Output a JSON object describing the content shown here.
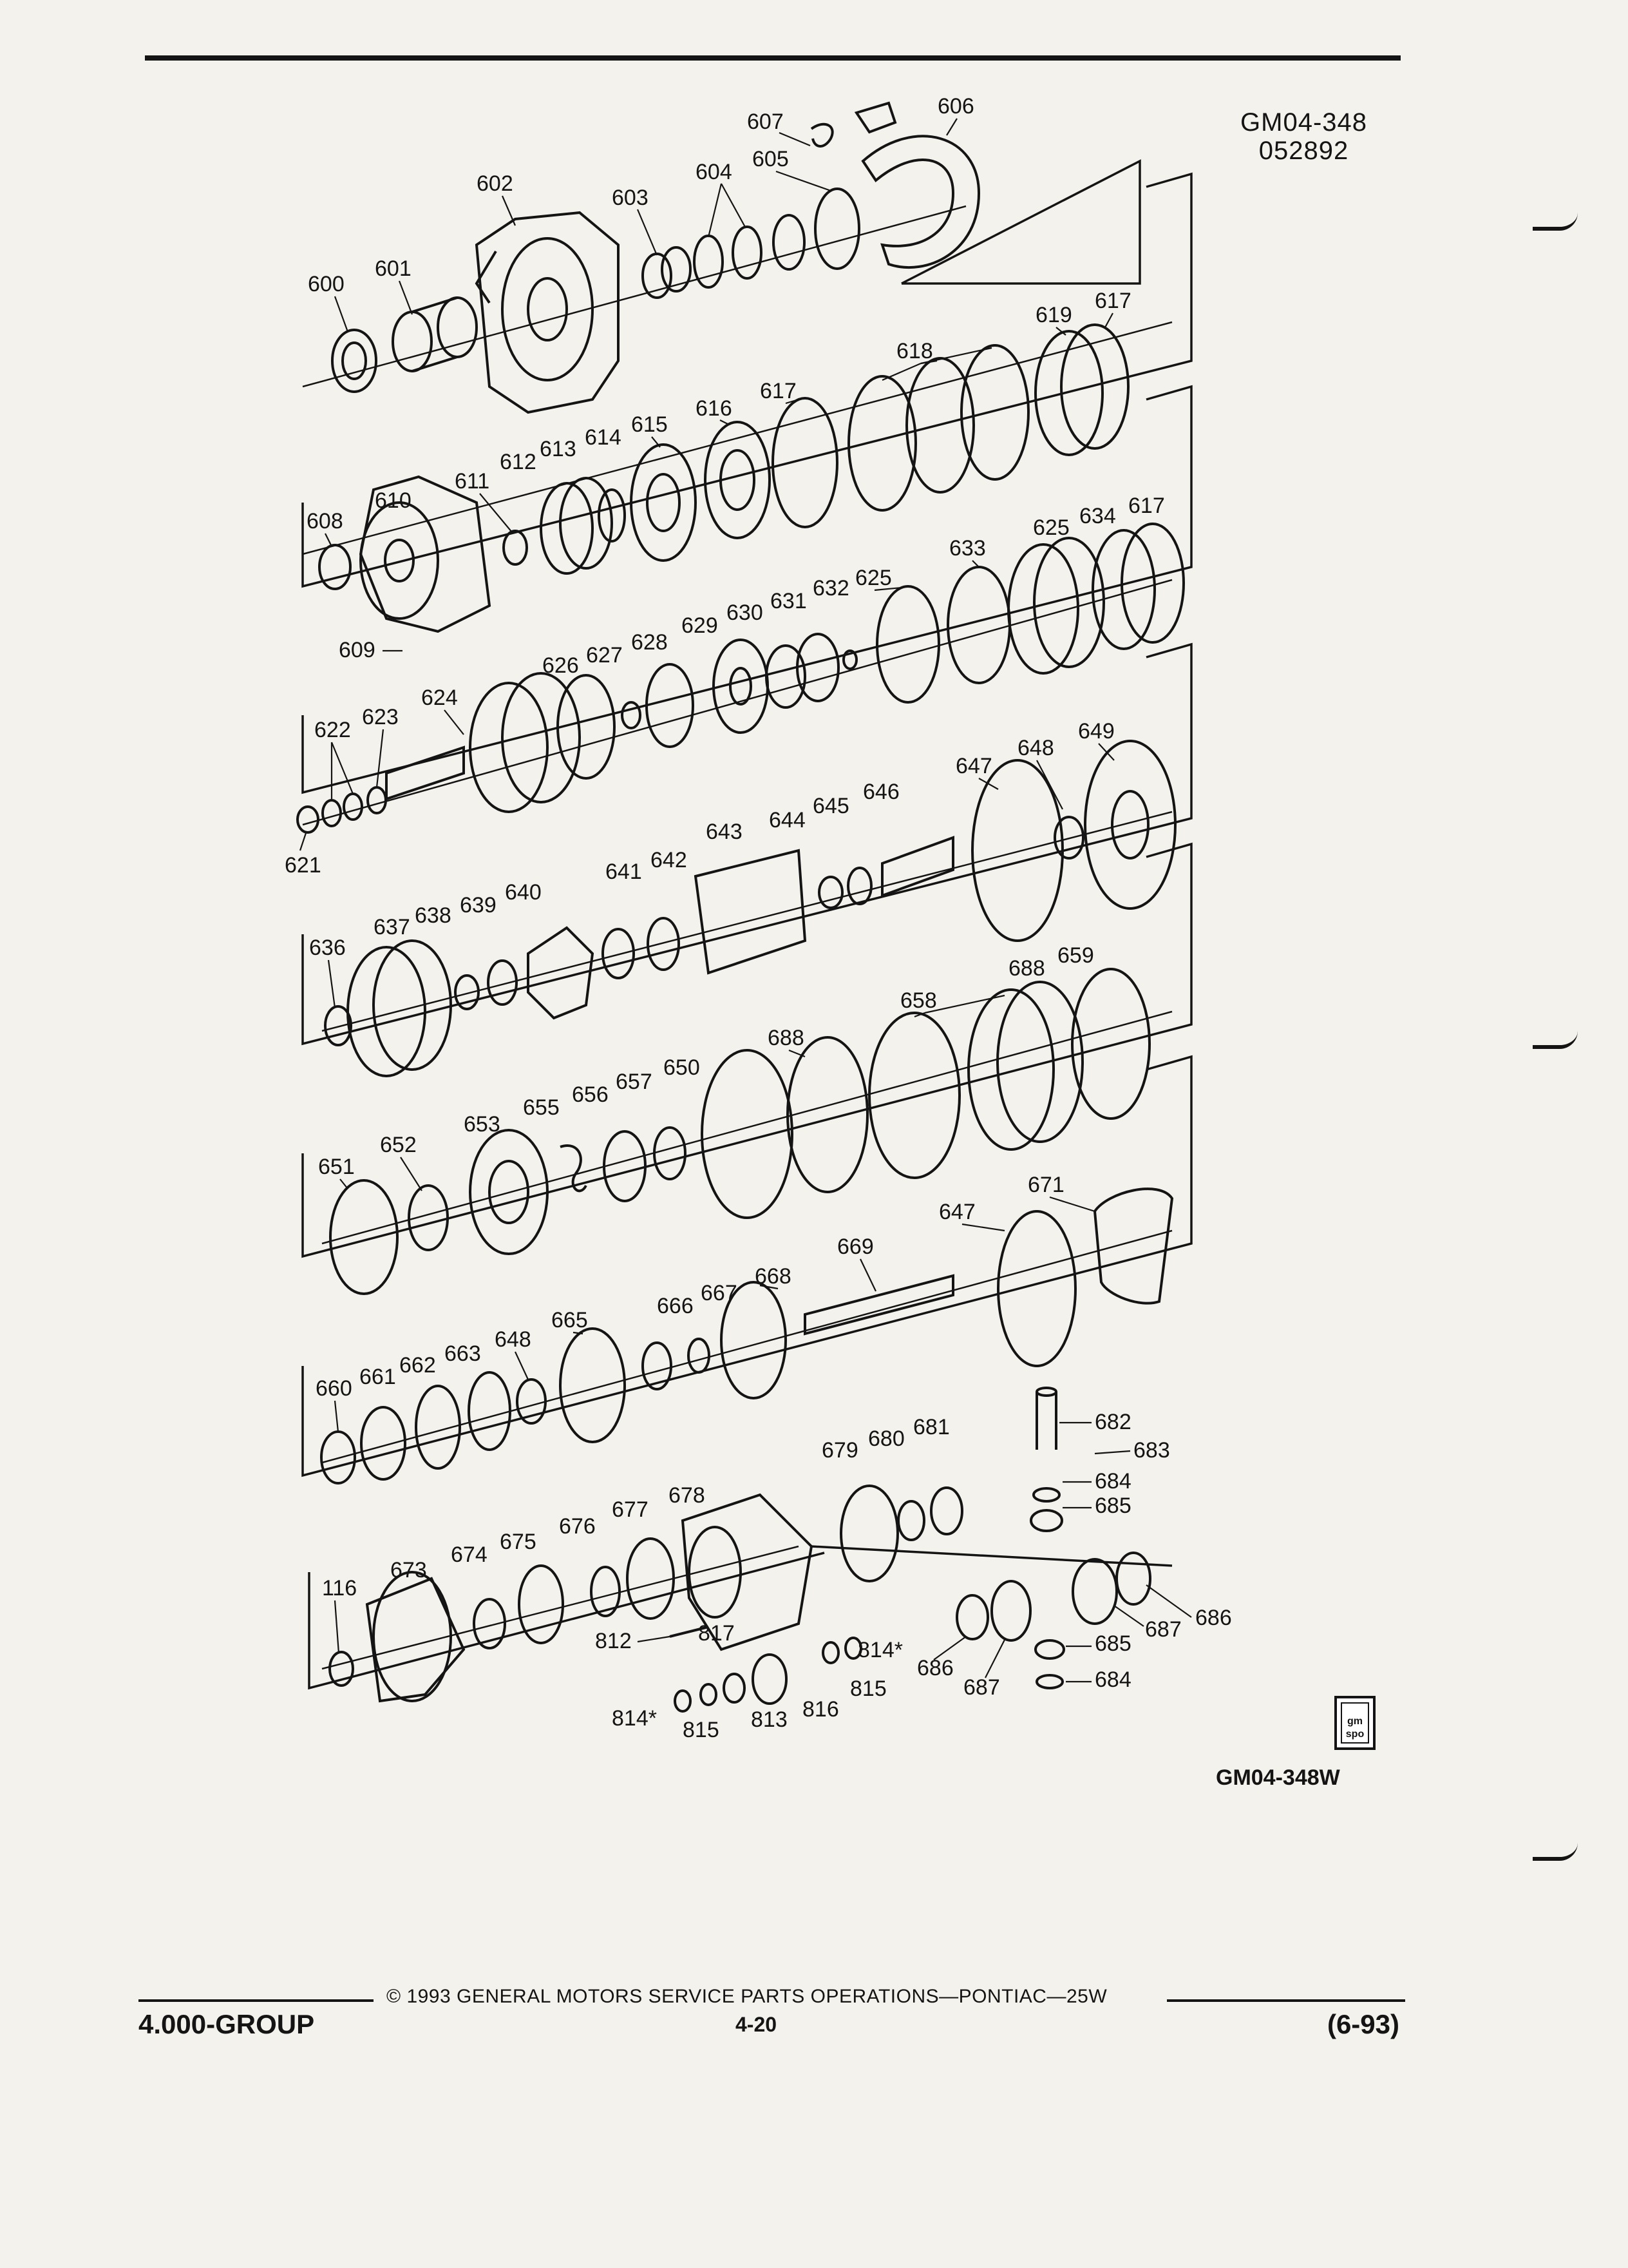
{
  "header": {
    "doc_number": "GM04-348",
    "doc_code": "052892"
  },
  "figure": {
    "id": "GM04-348W",
    "rows": [
      {
        "labels": [
          "600",
          "601",
          "602",
          "603",
          "604",
          "605",
          "606",
          "607"
        ]
      },
      {
        "labels": [
          "608",
          "609",
          "610",
          "611",
          "612",
          "613",
          "614",
          "615",
          "616",
          "617",
          "618",
          "619",
          "617"
        ]
      },
      {
        "labels": [
          "621",
          "622",
          "623",
          "624",
          "626",
          "627",
          "628",
          "629",
          "630",
          "631",
          "632",
          "625",
          "633",
          "625",
          "634",
          "617"
        ]
      },
      {
        "labels": [
          "636",
          "637",
          "638",
          "639",
          "640",
          "641",
          "642",
          "643",
          "644",
          "645",
          "646",
          "647",
          "648",
          "649"
        ]
      },
      {
        "labels": [
          "651",
          "652",
          "653",
          "655",
          "656",
          "657",
          "650",
          "688",
          "658",
          "688",
          "659"
        ]
      },
      {
        "labels": [
          "660",
          "661",
          "662",
          "663",
          "648",
          "665",
          "666",
          "667",
          "668",
          "669",
          "647",
          "671"
        ]
      },
      {
        "labels": [
          "116",
          "673",
          "674",
          "675",
          "676",
          "677",
          "678",
          "679",
          "680",
          "681",
          "682",
          "683",
          "684",
          "685",
          "686",
          "687",
          "686",
          "685",
          "684",
          "687",
          "812",
          "817",
          "814*",
          "815",
          "816",
          "813",
          "815",
          "814*"
        ]
      }
    ]
  },
  "logo": {
    "text": "gm spo",
    "icon": "gm-spo-logo-icon"
  },
  "footer": {
    "group": "4.000-GROUP",
    "copyright": "© 1993 GENERAL MOTORS SERVICE PARTS OPERATIONS—PONTIAC—25W",
    "page": "4-20",
    "date": "(6-93)"
  }
}
